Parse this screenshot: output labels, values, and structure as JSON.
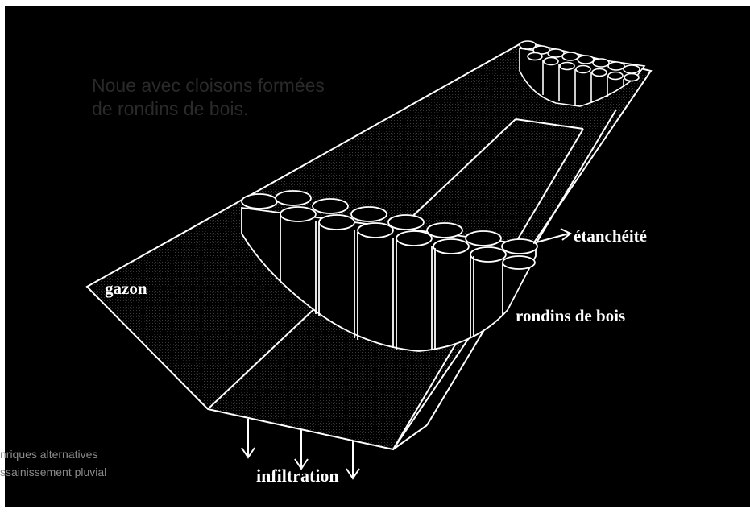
{
  "overlay": {
    "title": "Noue avec cloisons formées\nde rondins de bois."
  },
  "labels": {
    "gazon": "gazon",
    "etancheite": "étanchéité",
    "rondins": "rondins de bois",
    "infiltration": "infiltration"
  },
  "footer": {
    "line1": "nriques alternatives",
    "line2": "ssainissement pluvial"
  },
  "colors": {
    "background": "#000000",
    "lines": "#ffffff",
    "overlay_text": "#2a2a2a",
    "footer_text": "#8a8a8a"
  }
}
